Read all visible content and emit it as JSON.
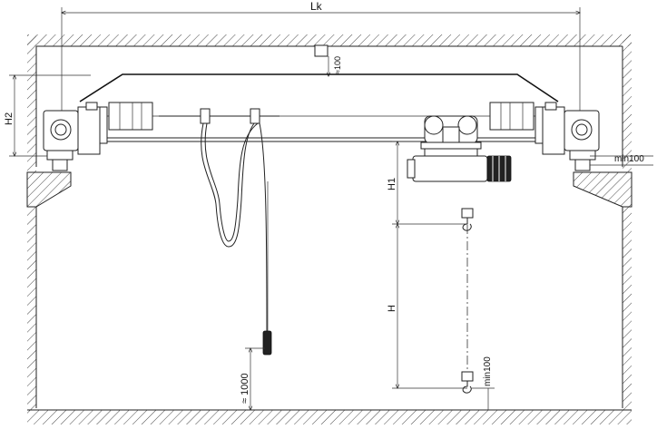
{
  "drawing": {
    "dim_span": "Lk",
    "dim_h2": "H2",
    "dim_h1": "H1",
    "dim_h": "H",
    "dim_approx_100": "≈100",
    "dim_min100_right": "min100",
    "dim_min100_hook": "min100",
    "dim_1000": "≈ 1000"
  }
}
